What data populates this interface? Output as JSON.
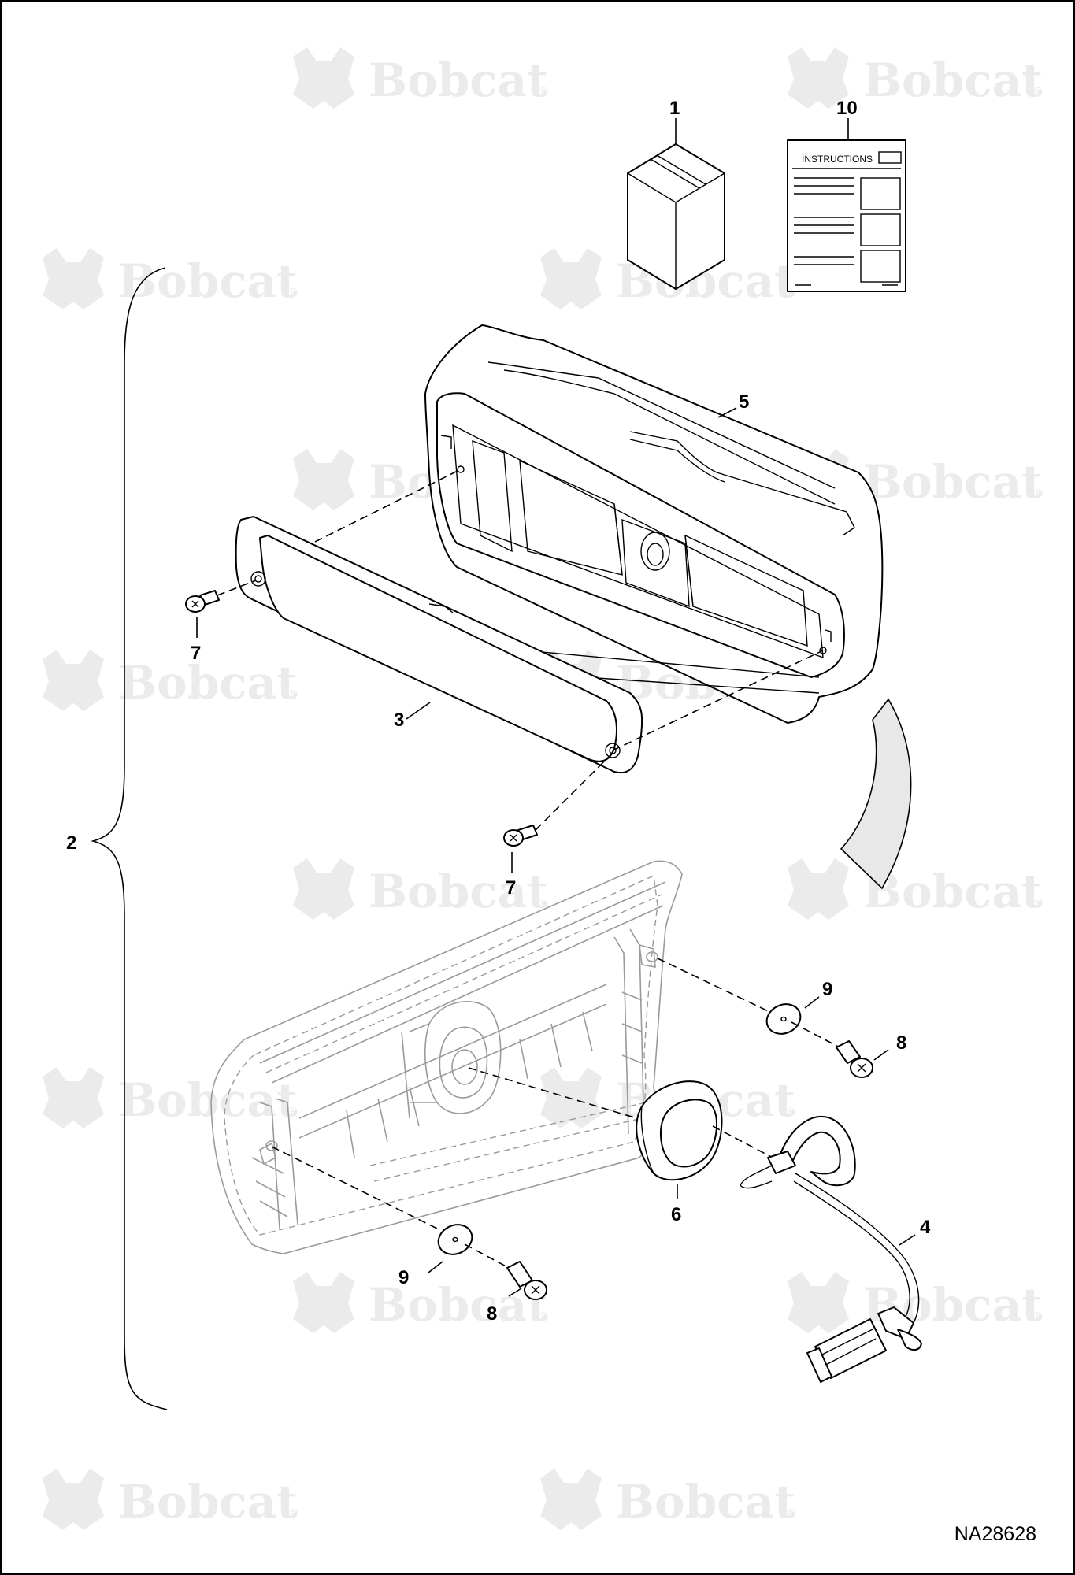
{
  "watermark": {
    "text": "Bobcat",
    "registered_mark": "®",
    "color": "#ebebeb"
  },
  "callouts": {
    "c1": "1",
    "c10": "10",
    "c5": "5",
    "c7a": "7",
    "c3": "3",
    "c7b": "7",
    "c2": "2",
    "c9a": "9",
    "c8a": "8",
    "c6": "6",
    "c4": "4",
    "c9b": "9",
    "c8b": "8"
  },
  "instructions_sheet": {
    "title": "INSTRUCTIONS"
  },
  "drawing_number": "NA28628",
  "colors": {
    "line": "#000000",
    "ghost_line": "#9a9a9a",
    "arrow_fill": "#e8e8e8",
    "background": "#ffffff"
  }
}
